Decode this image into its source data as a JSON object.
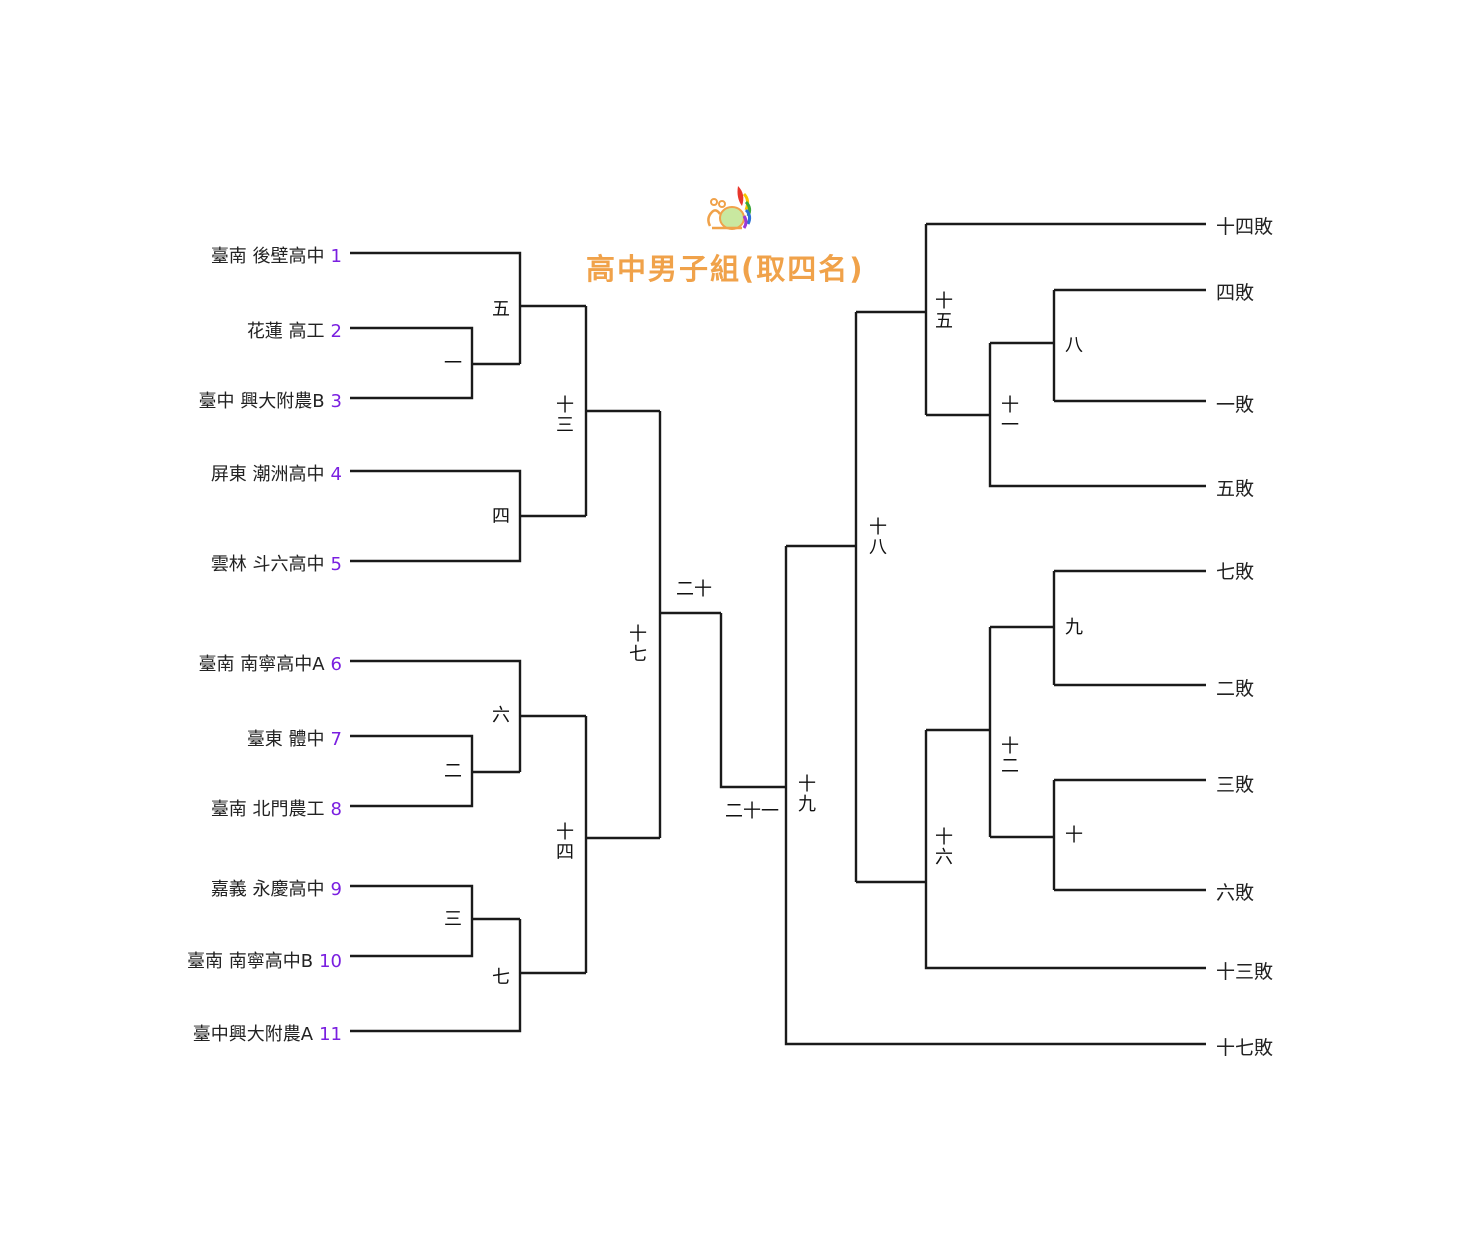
{
  "title": "高中男子組(取四名)",
  "colors": {
    "title": "#f0a24a",
    "seed": "#7a1fe0",
    "line": "#1a1a1a"
  },
  "logo": {
    "icon": "snail-torch-logo"
  },
  "teams": [
    {
      "name": "臺南 後壁高中",
      "seed": "1"
    },
    {
      "name": "花蓮 高工",
      "seed": "2"
    },
    {
      "name": "臺中 興大附農B",
      "seed": "3"
    },
    {
      "name": "屏東 潮洲高中",
      "seed": "4"
    },
    {
      "name": "雲林 斗六高中",
      "seed": "5"
    },
    {
      "name": "臺南 南寧高中A",
      "seed": "6"
    },
    {
      "name": "臺東 體中",
      "seed": "7"
    },
    {
      "name": "臺南 北門農工",
      "seed": "8"
    },
    {
      "name": "嘉義 永慶高中",
      "seed": "9"
    },
    {
      "name": "臺南 南寧高中B",
      "seed": "10"
    },
    {
      "name": "臺中興大附農A",
      "seed": "11"
    }
  ],
  "matches": {
    "m1": "一",
    "m2": "二",
    "m3": "三",
    "m4": "四",
    "m5": "五",
    "m6": "六",
    "m7": "七",
    "m8": "八",
    "m9": "九",
    "m10": "十",
    "m11a": "十",
    "m11b": "一",
    "m12a": "十",
    "m12b": "二",
    "m13a": "十",
    "m13b": "三",
    "m14a": "十",
    "m14b": "四",
    "m15a": "十",
    "m15b": "五",
    "m16a": "十",
    "m16b": "六",
    "m17a": "十",
    "m17b": "七",
    "m18a": "十",
    "m18b": "八",
    "m19a": "十",
    "m19b": "九",
    "m20": "二十",
    "m21": "二十一"
  },
  "losers": [
    "十四敗",
    "四敗",
    "一敗",
    "五敗",
    "七敗",
    "二敗",
    "三敗",
    "六敗",
    "十三敗",
    "十七敗"
  ]
}
